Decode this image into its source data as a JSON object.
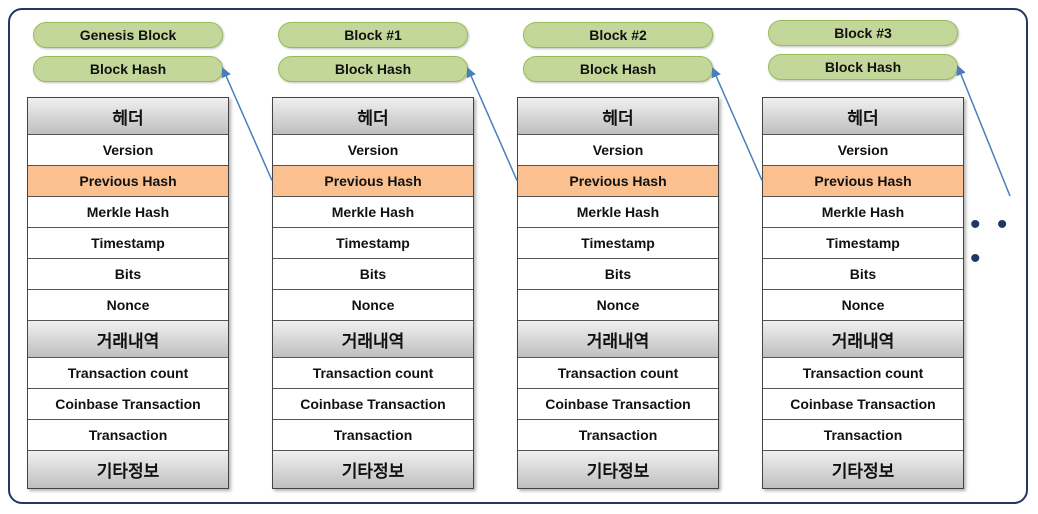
{
  "blocks": [
    {
      "title": "Genesis Block",
      "hash_label": "Block Hash"
    },
    {
      "title": "Block #1",
      "hash_label": "Block Hash"
    },
    {
      "title": "Block #2",
      "hash_label": "Block Hash"
    },
    {
      "title": "Block #3",
      "hash_label": "Block Hash"
    }
  ],
  "rows": [
    {
      "label": "헤더",
      "kind": "hdr"
    },
    {
      "label": "Version",
      "kind": "field"
    },
    {
      "label": "Previous Hash",
      "kind": "prev"
    },
    {
      "label": "Merkle Hash",
      "kind": "field"
    },
    {
      "label": "Timestamp",
      "kind": "field"
    },
    {
      "label": "Bits",
      "kind": "field"
    },
    {
      "label": "Nonce",
      "kind": "field"
    },
    {
      "label": "거래내역",
      "kind": "hdr"
    },
    {
      "label": "Transaction count",
      "kind": "field"
    },
    {
      "label": "Coinbase Transaction",
      "kind": "field"
    },
    {
      "label": "Transaction",
      "kind": "field"
    },
    {
      "label": "기타정보",
      "kind": "hdr"
    }
  ],
  "continuation": "• • •",
  "colors": {
    "pill": "#c4d79b",
    "previous_hash": "#fac090",
    "arrow": "#4a7ebb",
    "frame": "#1f3864"
  }
}
